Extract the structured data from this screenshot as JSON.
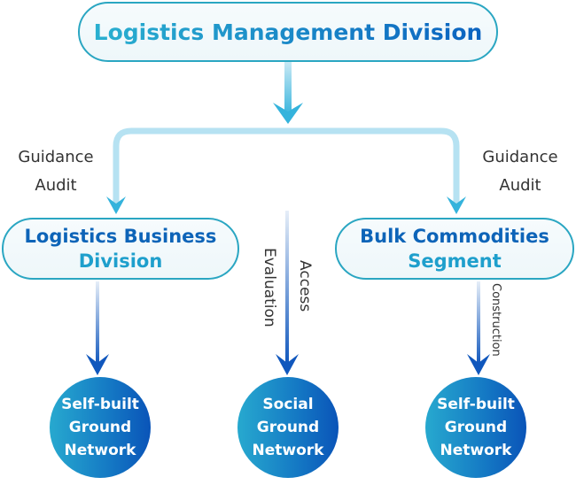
{
  "top_node": {
    "label": "Logistics Management Division"
  },
  "mid_nodes": [
    {
      "line1": "Logistics Business",
      "line2": "Division"
    },
    {
      "line1": "Bulk Commodities",
      "line2": "Segment"
    }
  ],
  "edge_labels": {
    "left": {
      "line1": "Guidance",
      "line2": "Audit"
    },
    "right": {
      "line1": "Guidance",
      "line2": "Audit"
    },
    "center_access": "Access",
    "center_evaluation": "Evaluation",
    "construction": "Construction"
  },
  "bottom_nodes": [
    {
      "line1": "Self-built",
      "line2": "Ground",
      "line3": "Network"
    },
    {
      "line1": "Social",
      "line2": "Ground",
      "line3": "Network"
    },
    {
      "line1": "Self-built",
      "line2": "Ground",
      "line3": "Network"
    }
  ],
  "colors": {
    "accent_cyan": "#2aa6c2",
    "accent_blue": "#0b63c0",
    "connector_light": "#b8e4f3",
    "connector_cyan": "#3bb6dc"
  }
}
